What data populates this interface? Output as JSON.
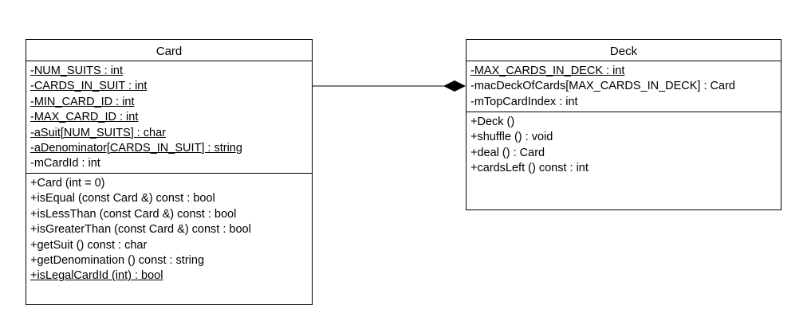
{
  "classes": {
    "card": {
      "name": "Card",
      "attributes": [
        {
          "text": "-NUM_SUITS : int",
          "static": true
        },
        {
          "text": "-CARDS_IN_SUIT : int",
          "static": true
        },
        {
          "text": "-MIN_CARD_ID : int",
          "static": true
        },
        {
          "text": "-MAX_CARD_ID : int",
          "static": true
        },
        {
          "text": "-aSuit[NUM_SUITS] : char",
          "static": true
        },
        {
          "text": "-aDenominator[CARDS_IN_SUIT] : string",
          "static": true
        },
        {
          "text": "-mCardId : int",
          "static": false
        }
      ],
      "methods": [
        {
          "text": "+Card (int = 0)",
          "static": false
        },
        {
          "text": "+isEqual (const Card &) const : bool",
          "static": false
        },
        {
          "text": "+isLessThan (const Card &) const : bool",
          "static": false
        },
        {
          "text": "+isGreaterThan (const Card &) const : bool",
          "static": false
        },
        {
          "text": "+getSuit () const : char",
          "static": false
        },
        {
          "text": "+getDenomination () const : string",
          "static": false
        },
        {
          "text": "+isLegalCardId (int) : bool",
          "static": true
        }
      ]
    },
    "deck": {
      "name": "Deck",
      "attributes": [
        {
          "text": "-MAX_CARDS_IN_DECK : int",
          "static": true
        },
        {
          "text": "-macDeckOfCards[MAX_CARDS_IN_DECK] : Card",
          "static": false
        },
        {
          "text": "-mTopCardIndex : int",
          "static": false
        }
      ],
      "methods": [
        {
          "text": "+Deck ()",
          "static": false
        },
        {
          "text": "+shuffle () : void",
          "static": false
        },
        {
          "text": "+deal () : Card",
          "static": false
        },
        {
          "text": "+cardsLeft () const : int",
          "static": false
        }
      ]
    }
  },
  "relationship": {
    "type": "composition",
    "whole": "Deck",
    "part": "Card"
  }
}
